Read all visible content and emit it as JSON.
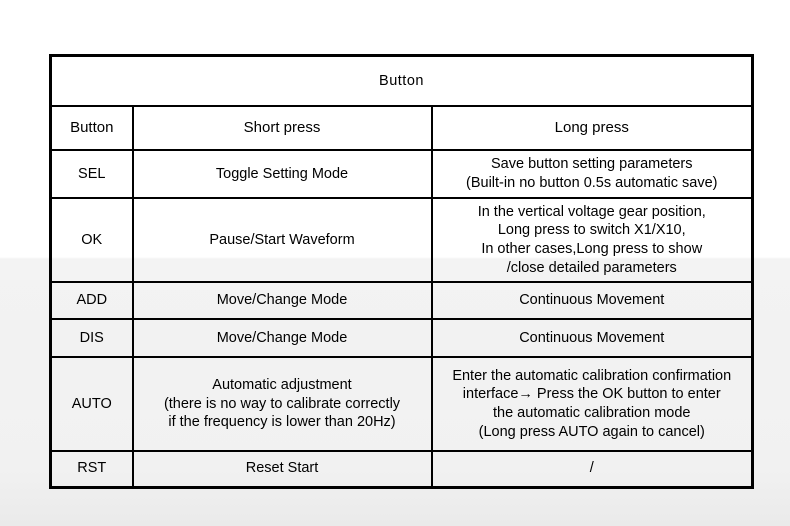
{
  "page": {
    "background_top": "#ffffff",
    "background_bottom": "#eaeaea",
    "border_color": "#000000",
    "text_color": "#000000"
  },
  "table": {
    "title": "Button",
    "headers": {
      "button": "Button",
      "short_press": "Short press",
      "long_press": "Long press"
    },
    "rows": [
      {
        "button": "SEL",
        "short_press": "Toggle Setting Mode",
        "long_press": "Save button setting parameters\n(Built-in no button 0.5s automatic save)"
      },
      {
        "button": "OK",
        "short_press": "Pause/Start Waveform",
        "long_press": "In the vertical voltage gear position,\nLong press to switch X1/X10,\nIn other cases,Long press to show\n/close detailed parameters"
      },
      {
        "button": "ADD",
        "short_press": "Move/Change Mode",
        "long_press": "Continuous Movement"
      },
      {
        "button": "DIS",
        "short_press": "Move/Change Mode",
        "long_press": "Continuous Movement"
      },
      {
        "button": "AUTO",
        "short_press": "Automatic adjustment\n(there is no way to calibrate correctly\nif the frequency is lower than 20Hz)",
        "long_press": "Enter the automatic calibration confirmation\ninterface→ Press the OK button to enter\nthe automatic calibration mode\n(Long press AUTO again to cancel)"
      },
      {
        "button": "RST",
        "short_press": "Reset Start",
        "long_press": "/"
      }
    ]
  }
}
